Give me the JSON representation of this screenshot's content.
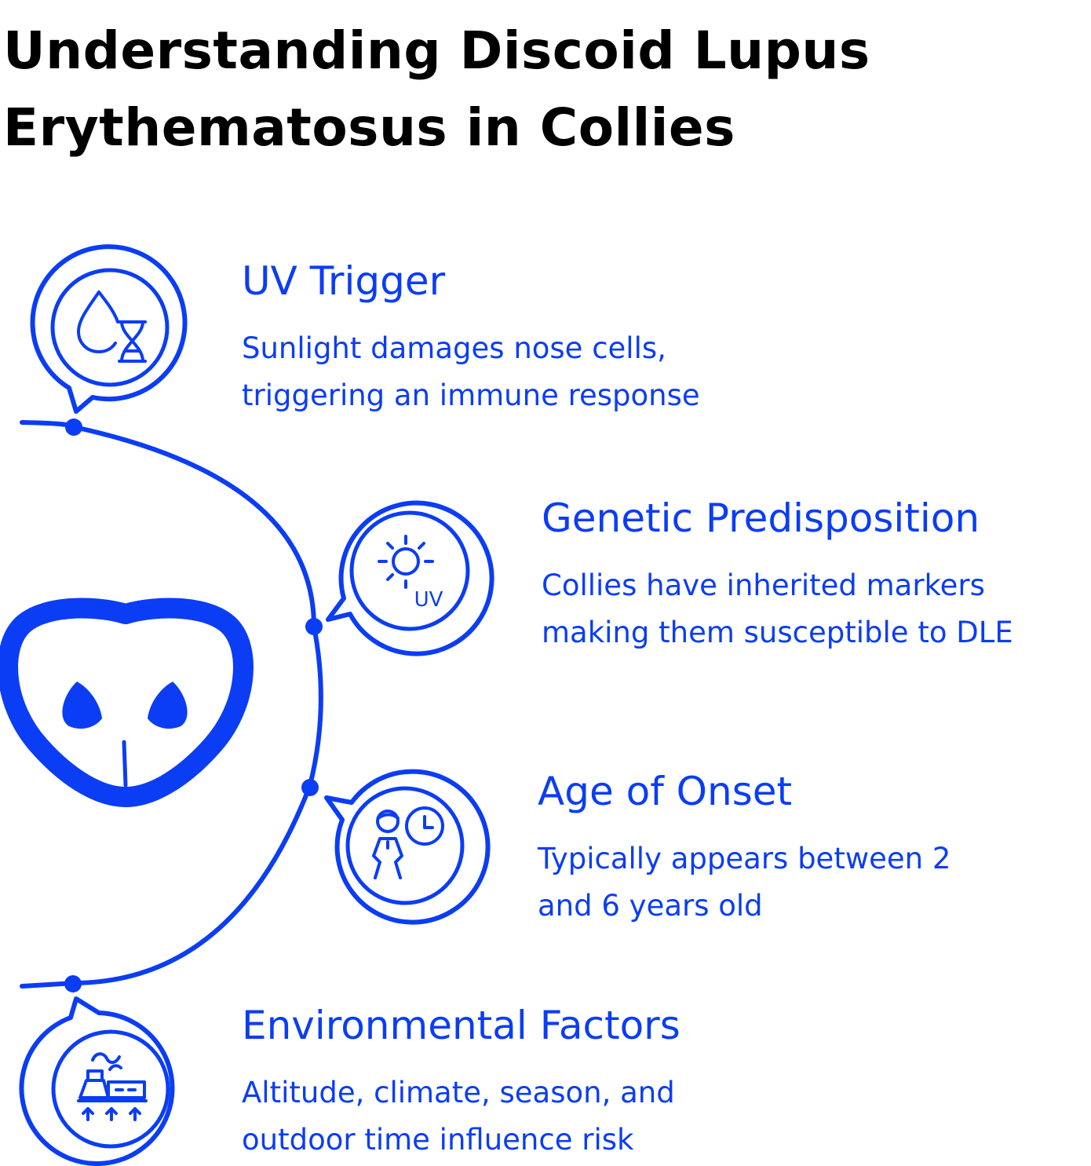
{
  "title": "Understanding Discoid Lupus Erythematosus in Collies",
  "colors": {
    "accent": "#0b3df5",
    "title": "#000000",
    "background": "#ffffff"
  },
  "center_icon": "dog-nose-icon",
  "items": [
    {
      "title": "UV Trigger",
      "description_lines": [
        "Sunlight damages nose cells,",
        "triggering an immune response"
      ],
      "icon": "drop-dna-icon"
    },
    {
      "title": "Genetic Predisposition",
      "description_lines": [
        "Collies have inherited markers",
        "making them susceptible to DLE"
      ],
      "icon": "sun-uv-icon",
      "icon_label": "UV"
    },
    {
      "title": "Age of Onset",
      "description_lines": [
        "Typically appears between 2",
        "and 6 years old"
      ],
      "icon": "person-clock-icon"
    },
    {
      "title": "Environmental Factors",
      "description_lines": [
        "Altitude, climate, season, and",
        "outdoor time influence risk"
      ],
      "icon": "factory-icon"
    }
  ]
}
